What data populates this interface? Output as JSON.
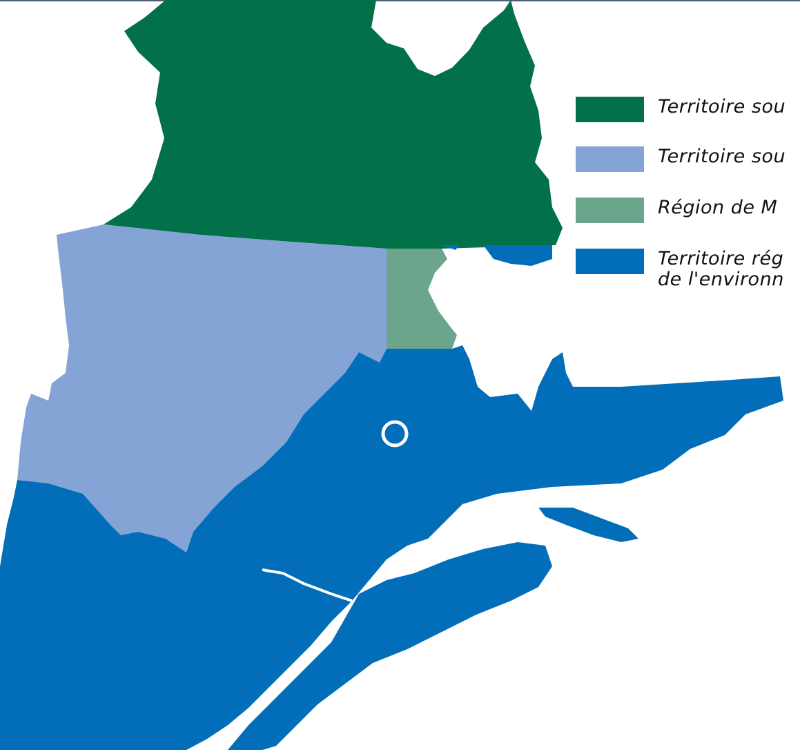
{
  "map": {
    "regions": [
      {
        "id": "north",
        "fill": "#02714a"
      },
      {
        "id": "west",
        "fill": "#84a4d6"
      },
      {
        "id": "middle",
        "fill": "#6aa58c"
      },
      {
        "id": "south",
        "fill": "#026db8"
      }
    ]
  },
  "legend": {
    "items": [
      {
        "color": "#02714a",
        "label": "Territoire sou"
      },
      {
        "color": "#84a4d6",
        "label": "Territoire sou"
      },
      {
        "color": "#6aa58c",
        "label": "Région de M"
      },
      {
        "color": "#026db8",
        "label": "Territoire rég",
        "label2": "de l'environn"
      }
    ]
  }
}
